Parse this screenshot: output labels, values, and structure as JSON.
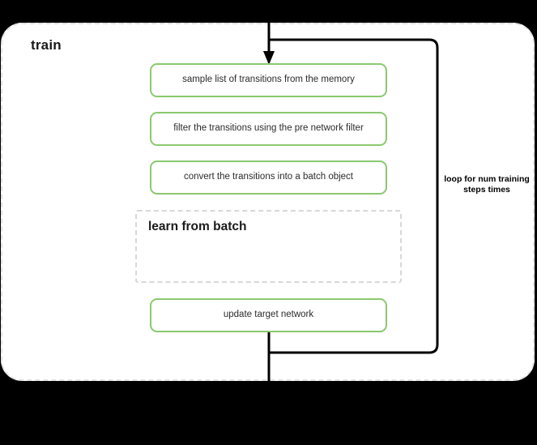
{
  "diagram": {
    "title": "train",
    "steps": [
      {
        "id": "step-1",
        "label": "sample list of transitions from the memory"
      },
      {
        "id": "step-2",
        "label": "filter the transitions using the pre network filter"
      },
      {
        "id": "step-3",
        "label": "convert the transitions into a batch object"
      },
      {
        "id": "step-4",
        "label": "update target network"
      }
    ],
    "sub_block": {
      "title": "learn from batch"
    },
    "loop_annotation": "loop for num training steps times",
    "colors": {
      "step_border": "#8bc96f",
      "container_border": "#e2e2e2",
      "sub_block_border": "#d8d8d8",
      "connector": "#000000",
      "text": "#2b2b2b",
      "background": "#ffffff"
    }
  }
}
